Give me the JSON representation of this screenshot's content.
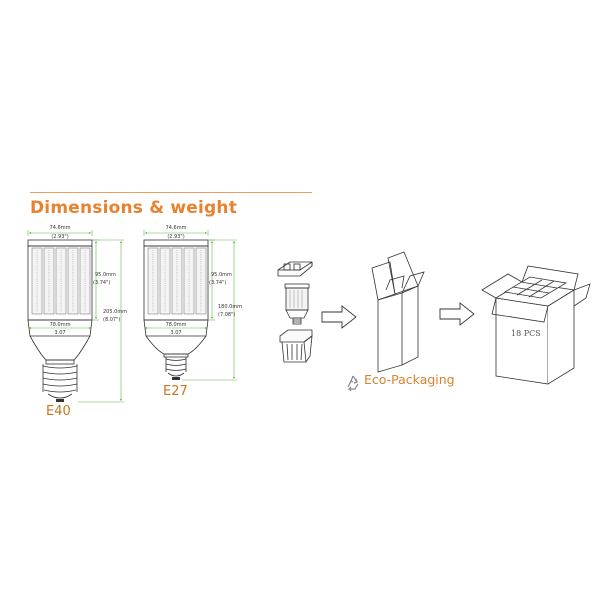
{
  "section": {
    "title": "Dimensions & weight"
  },
  "lamps": [
    {
      "model": "E40",
      "top_width_mm": "74.6mm",
      "top_width_in": "(2.93\")",
      "body_height_mm": "95.0mm",
      "body_height_in": "(3.74\")",
      "total_height_mm": "205.0mm",
      "total_height_in": "(8.07\")",
      "body_width_mm": "78.0mm",
      "body_width_in": "3.07"
    },
    {
      "model": "E27",
      "top_width_mm": "74.6mm",
      "top_width_in": "(2.93\")",
      "body_height_mm": "95.0mm",
      "body_height_in": "(3.74\")",
      "total_height_mm": "180.0mm",
      "total_height_in": "(7.08\")",
      "body_width_mm": "78.0mm",
      "body_width_in": "3.07"
    }
  ],
  "packaging": {
    "eco_label": "Eco-Packaging",
    "pcs_label": "18 PCS"
  },
  "colors": {
    "accent": "#e8822f",
    "dimension_line": "#5fb84a",
    "outline": "#333333"
  }
}
